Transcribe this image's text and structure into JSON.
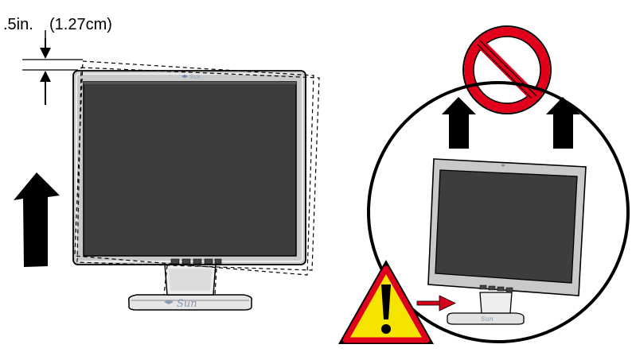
{
  "measurement": {
    "primary": ".5in.",
    "secondary": "(1.27cm)"
  },
  "brand": {
    "name": "Sun"
  },
  "colors": {
    "screen": "#3d3d3d",
    "bezel": "#c9c9c9",
    "prohibit_red": "#e0001b",
    "warning_yellow": "#f5e400",
    "arrow_red": "#d6001c",
    "ink": "#000000"
  },
  "icons": {
    "prohibit": "no-symbol-icon",
    "warning": "warning-triangle-icon",
    "lift": "up-arrow-icon"
  }
}
